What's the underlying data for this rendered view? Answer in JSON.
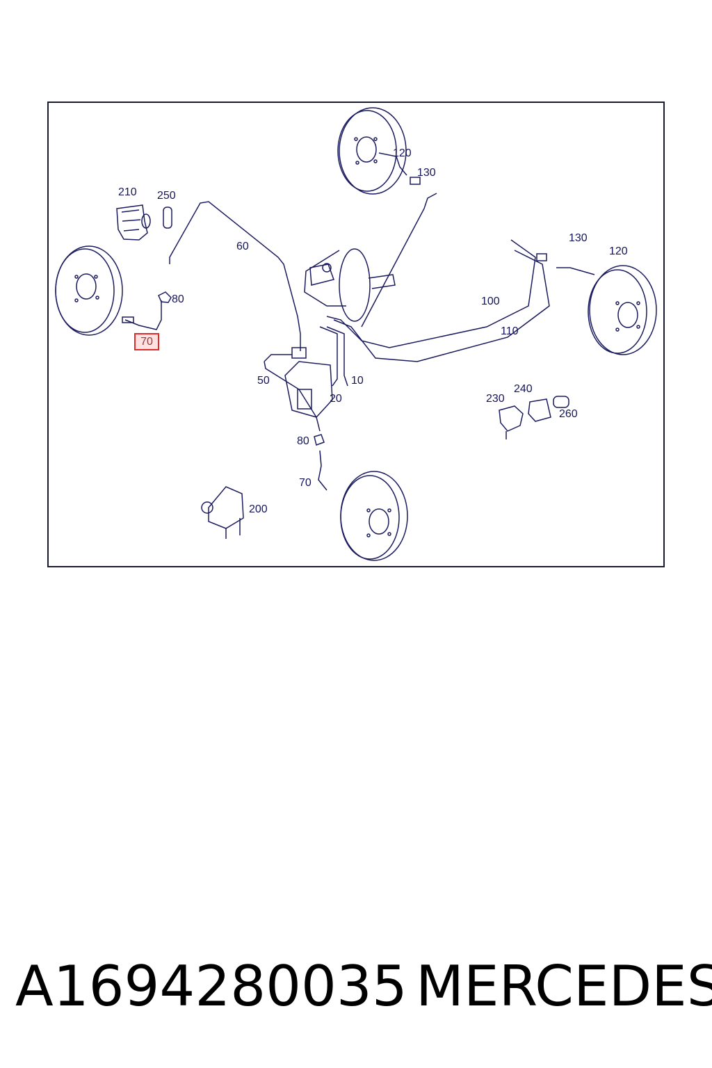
{
  "diagram": {
    "callouts": {
      "c120_top": "120",
      "c130_top": "130",
      "c210": "210",
      "c250": "250",
      "c60": "60",
      "c80_left": "80",
      "c70_left": "70",
      "c130_right": "130",
      "c120_right": "120",
      "c100": "100",
      "c110": "110",
      "c50": "50",
      "c10": "10",
      "c20": "20",
      "c230": "230",
      "c240": "240",
      "c260": "260",
      "c80_bottom": "80",
      "c70_bottom": "70",
      "c200": "200"
    },
    "highlight_color": "#e02b2b",
    "line_color": "#1a1a5e"
  },
  "footer": {
    "part_number": "A1694280035",
    "brand": "MERCEDES"
  }
}
